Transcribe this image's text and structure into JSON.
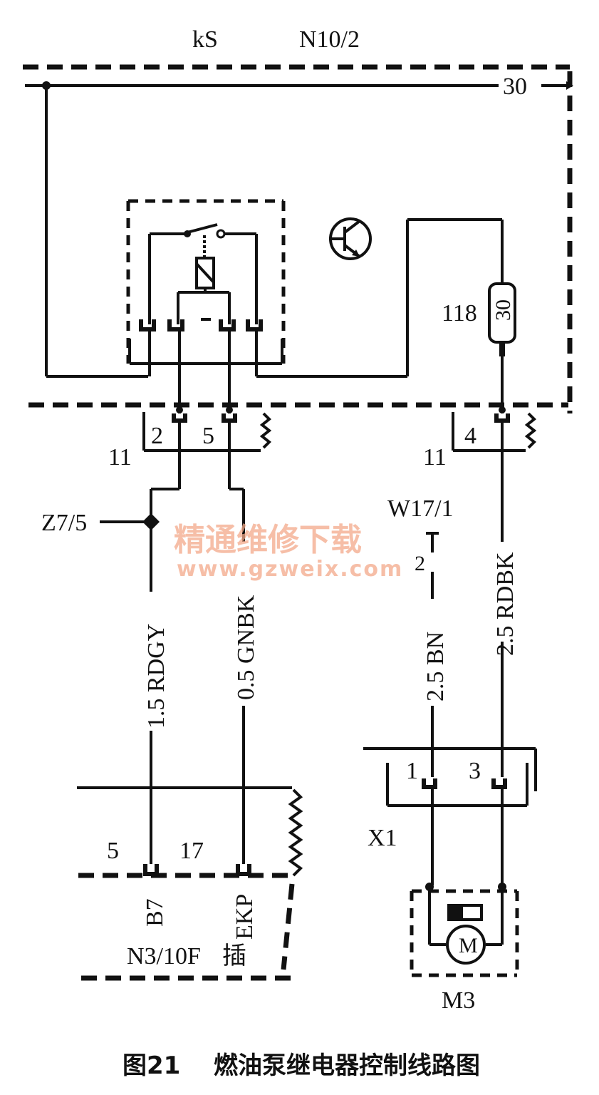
{
  "labels": {
    "ks": "kS",
    "module_top": "N10/2",
    "terminal_30": "30",
    "fuse_number": "118",
    "fuse_rating": "30",
    "connector_11_left": "11",
    "connector_11_right": "11",
    "pin_2": "2",
    "pin_5": "5",
    "pin_4": "4",
    "splice": "Z7/5",
    "ground": "W17/1",
    "ground_pin": "2",
    "wire_rdgy": "1.5 RDGY",
    "wire_gnbk": "0.5 GNBK",
    "wire_bn": "2.5 BN",
    "wire_rdbk": "2.5 RDBK",
    "x1": "X1",
    "x1_pin_1": "1",
    "x1_pin_3": "3",
    "ecu_pin_5": "5",
    "ecu_pin_17": "17",
    "ecu_b7": "B7",
    "ecu_ekp": "EKP",
    "ecu_name": "N3/10F",
    "ecu_plug": "插",
    "motor": "M3"
  },
  "watermark": {
    "text": "精通维修下载",
    "url": "www.gzweix.com"
  },
  "caption": {
    "figure": "图21",
    "title": "燃油泵继电器控制线路图"
  },
  "colors": {
    "line": "#111111",
    "watermark": "#f3a98a"
  }
}
